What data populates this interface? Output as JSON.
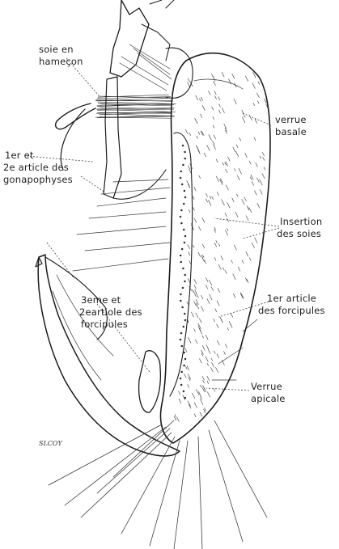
{
  "labels": {
    "soie_hamecon": [
      "soie en",
      "hameçon"
    ],
    "premier_deuxieme_article_gonapophyses": [
      "1er et",
      "2e article des",
      "gonapophyses"
    ],
    "verrue_basale": [
      "verrue",
      "basale"
    ],
    "insertion_soies": [
      "Insertion",
      "des soies"
    ],
    "troisieme_deuxieme_article_forcipules": [
      "3eme et",
      "2eartiole des",
      "forcipules"
    ],
    "premier_article_forcipules": [
      "1er article",
      "des forcipules"
    ],
    "verrue_apicale": [
      "Verrue",
      "apicale"
    ]
  },
  "signature": "SLCOY"
}
